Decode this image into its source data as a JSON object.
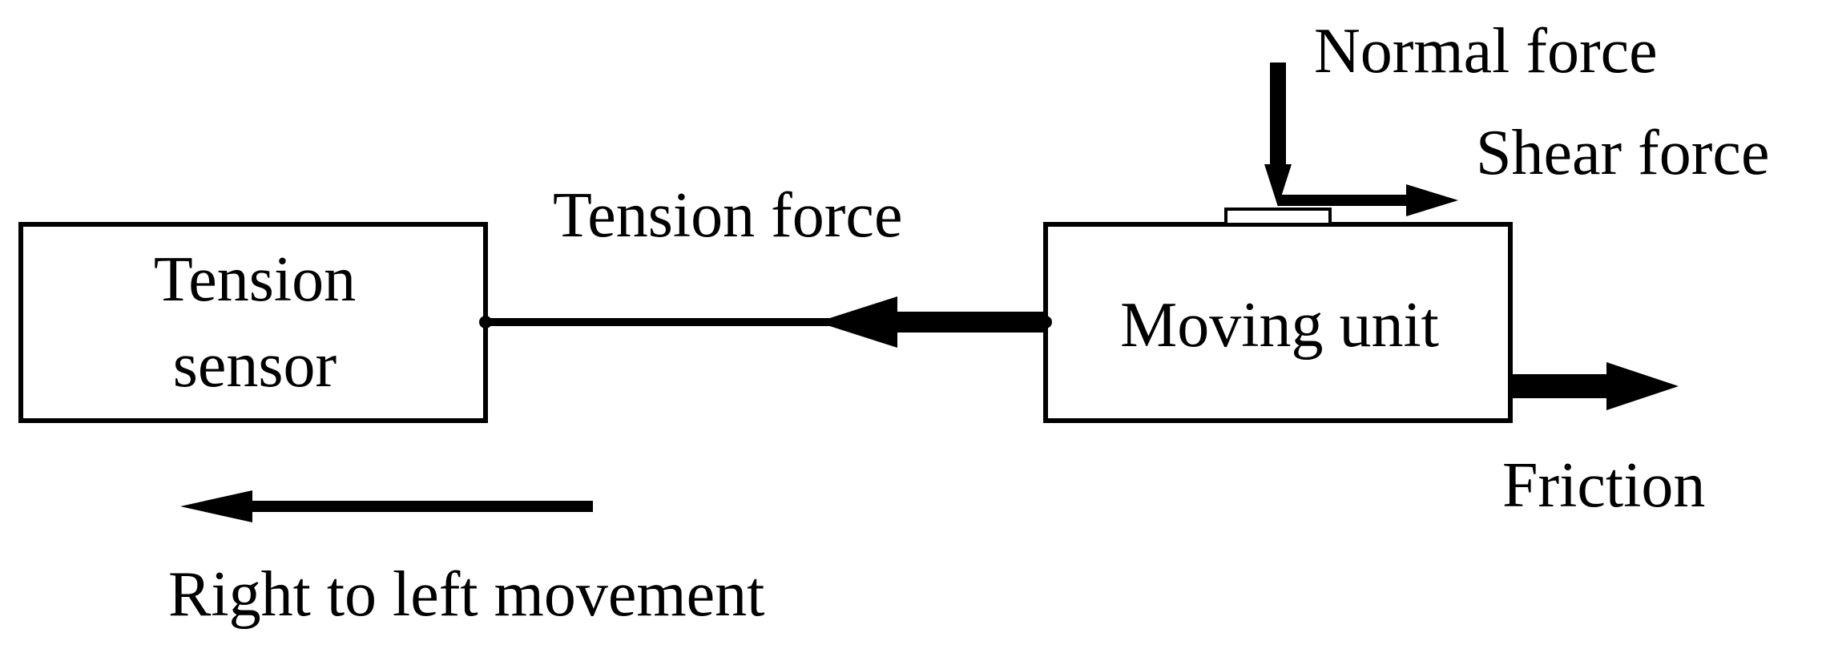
{
  "colors": {
    "ink": "#000000",
    "background": "#ffffff"
  },
  "nodes": {
    "tension_sensor": {
      "line1": "Tension",
      "line2": "sensor"
    },
    "moving_unit": {
      "label": "Moving unit"
    }
  },
  "forces": {
    "normal": "Normal force",
    "shear": "Shear force",
    "tension": "Tension force",
    "friction": "Friction"
  },
  "movement": {
    "label": "Right to left movement"
  }
}
